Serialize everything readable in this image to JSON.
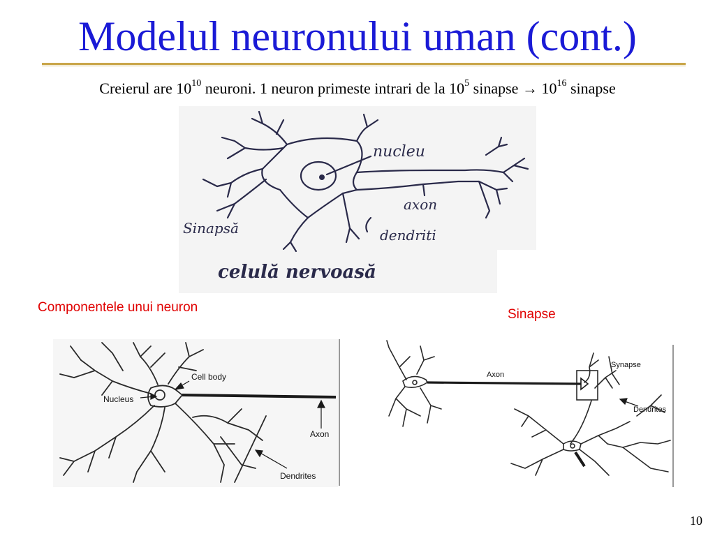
{
  "slide": {
    "title": "Modelul neuronului uman (cont.)",
    "statement": {
      "t1": "Creierul are 10",
      "s1": "10",
      "t2": " neuroni. 1 neuron primeste intrari de la 10",
      "s2": "5",
      "t3": " sinapse ",
      "arrow": "→",
      "t4": " 10",
      "s3": "16",
      "t5": " sinapse"
    },
    "page_number": "10"
  },
  "sketch": {
    "label_nucleus": "nucleu",
    "label_axon": "axon",
    "label_dendrites": "dendriti",
    "label_synapse": "Sinapsă",
    "caption": "celulă nervoasă"
  },
  "diagram_left": {
    "caption": "Componentele unui neuron",
    "label_cell_body": "Cell body",
    "label_nucleus": "Nucleus",
    "label_axon": "Axon",
    "label_dendrites": "Dendrites"
  },
  "diagram_right": {
    "caption": "Sinapse",
    "label_axon": "Axon",
    "label_synapse": "Synapse",
    "label_dendrites": "Dendrites"
  }
}
